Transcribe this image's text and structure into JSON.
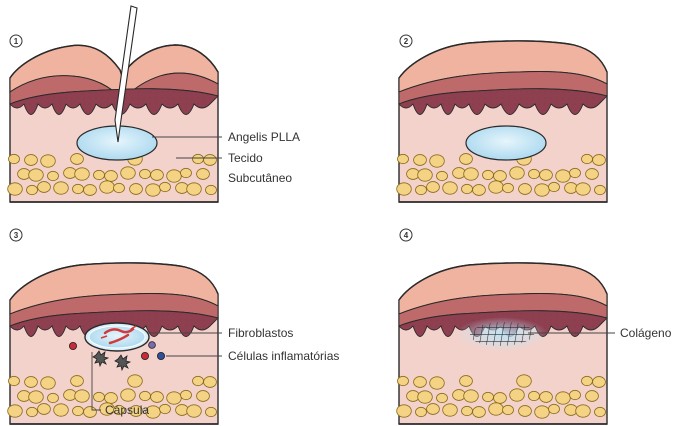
{
  "panels": [
    {
      "number": "1"
    },
    {
      "number": "2"
    },
    {
      "number": "3"
    },
    {
      "number": "4"
    }
  ],
  "labels": {
    "angelis_plla": "Angelis PLLA",
    "tecido": "Tecido",
    "subcutaneo": "Subcutâneo",
    "fibroblastos": "Fibroblastos",
    "celulas_inflamatorias": "Células inflamatórias",
    "capsula": "Cápsula",
    "colageno": "Colágeno"
  },
  "colors": {
    "epidermis": "#efb3a0",
    "dermis_band": "#bf6a6a",
    "papillary": "#8e3f50",
    "dermis": "#f3d2cc",
    "fat": "#f4d484",
    "implant": "#bfe3f4",
    "collagen": "#1f2a35",
    "outline": "#2a2a2a"
  }
}
